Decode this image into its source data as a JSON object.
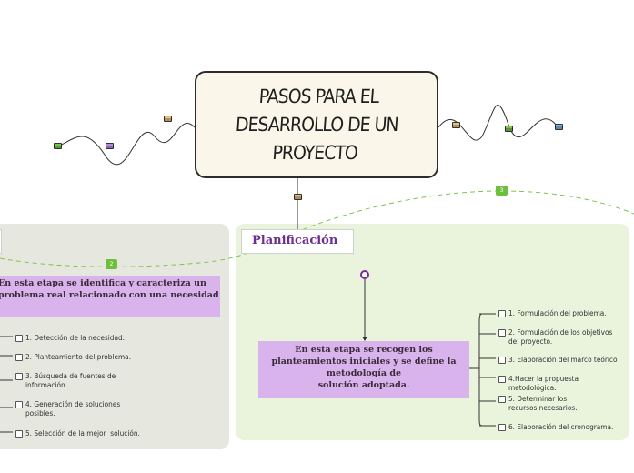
{
  "title": {
    "text": "PASOS PARA EL\nDESARROLLO DE UN\nPROYECTO"
  },
  "planificacion": {
    "label": "Planificación",
    "description": "En esta etapa se recogen los planteamientos iniciales y se define la metodología de\nsolución adoptada.",
    "items": [
      "1. Formulación del problema.",
      "2. Formulación de los objetivos del proyecto.",
      "3. Elaboración del marco teórico",
      "4.Hacer la propuesta metodológica.",
      "5. Determinar los recursos necesarios.",
      "6. Elaboración del cronograma."
    ]
  },
  "identificacion": {
    "description": "En esta etapa se identifica y caracteriza un problema real relacionado con una necesidad",
    "items": [
      "1. Detección de la necesidad.",
      "2. Planteamiento del problema.",
      "3. Búsqueda de fuentes de información.",
      "4. Generación de soluciones posibles.",
      "5. Selección de la mejor  solución."
    ]
  },
  "badges": {
    "left": "2",
    "right": "3"
  },
  "colors": {
    "panel_fill": "#eaf3dc",
    "left_panel_fill": "#e6e8df",
    "description_fill": "#d9b3ec",
    "accent_purple": "#6d2f8f",
    "badge_green": "#6fbf3f",
    "dash_green": "#7cc64a"
  },
  "icons": [
    "attachment-chip-icon",
    "node-dot-icon",
    "badge-number-icon",
    "checkbox-icon"
  ]
}
